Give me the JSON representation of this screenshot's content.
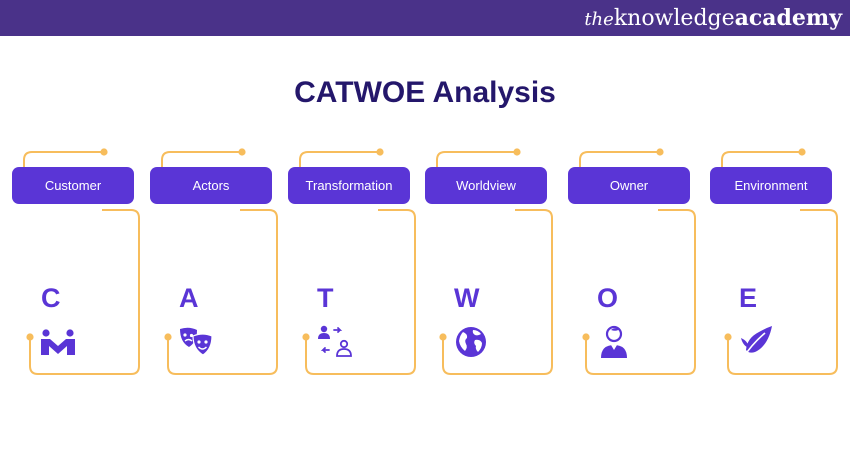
{
  "brand": {
    "prefix": "the",
    "middle": "knowledge",
    "suffix": "academy"
  },
  "title": "CATWOE Analysis",
  "colors": {
    "header_bar": "#4a3289",
    "title": "#24176b",
    "pill": "#5a35d6",
    "connector": "#f7bd5c",
    "letter": "#5a35d6"
  },
  "items": [
    {
      "label": "Customer",
      "letter": "C",
      "icon": "handshake-icon"
    },
    {
      "label": "Actors",
      "letter": "A",
      "icon": "theater-masks-icon"
    },
    {
      "label": "Transformation",
      "letter": "T",
      "icon": "person-exchange-icon"
    },
    {
      "label": "Worldview",
      "letter": "W",
      "icon": "globe-icon"
    },
    {
      "label": "Owner",
      "letter": "O",
      "icon": "user-icon"
    },
    {
      "label": "Environment",
      "letter": "E",
      "icon": "leaf-icon"
    }
  ]
}
